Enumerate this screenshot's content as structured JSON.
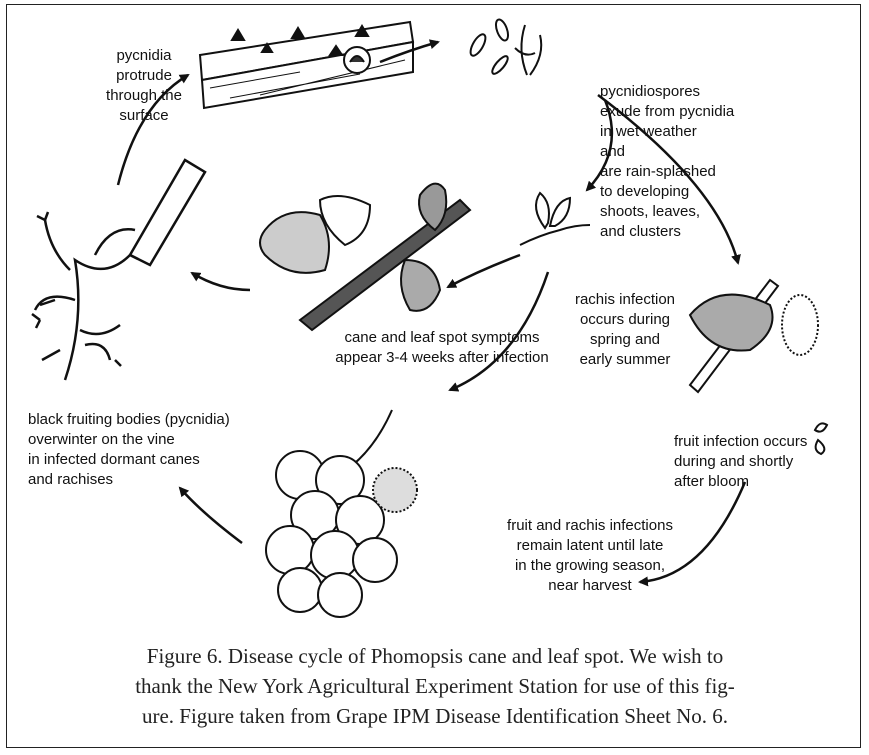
{
  "labels": {
    "pycnidia_protrude": "pycnidia\nprotrude\nthrough the\nsurface",
    "pycnidiospores": "pycnidiospores\n    exude from pycnidia\nin wet weather\nand\n      are rain-splashed\n        to developing\n          shoots, leaves,\n             and clusters",
    "cane_leaf_symptoms": "cane and leaf spot symptoms\nappear 3-4 weeks after infection",
    "rachis_infection": "rachis infection\noccurs during\nspring and\nearly summer",
    "black_fruiting": "black fruiting bodies (pycnidia)\noverwinter on the vine\nin infected dormant canes\nand rachises",
    "fruit_infection": "fruit infection occurs\nduring and shortly\nafter bloom",
    "latent": "fruit and rachis infections\nremain latent until late\nin the growing season,\nnear harvest"
  },
  "caption": "Figure 6. Disease cycle of Phomopsis cane and leaf spot. We wish to\nthank the New York Agricultural Experiment Station for use of this fig-\nure. Figure taken from Grape IPM Disease Identification Sheet No. 6."
}
